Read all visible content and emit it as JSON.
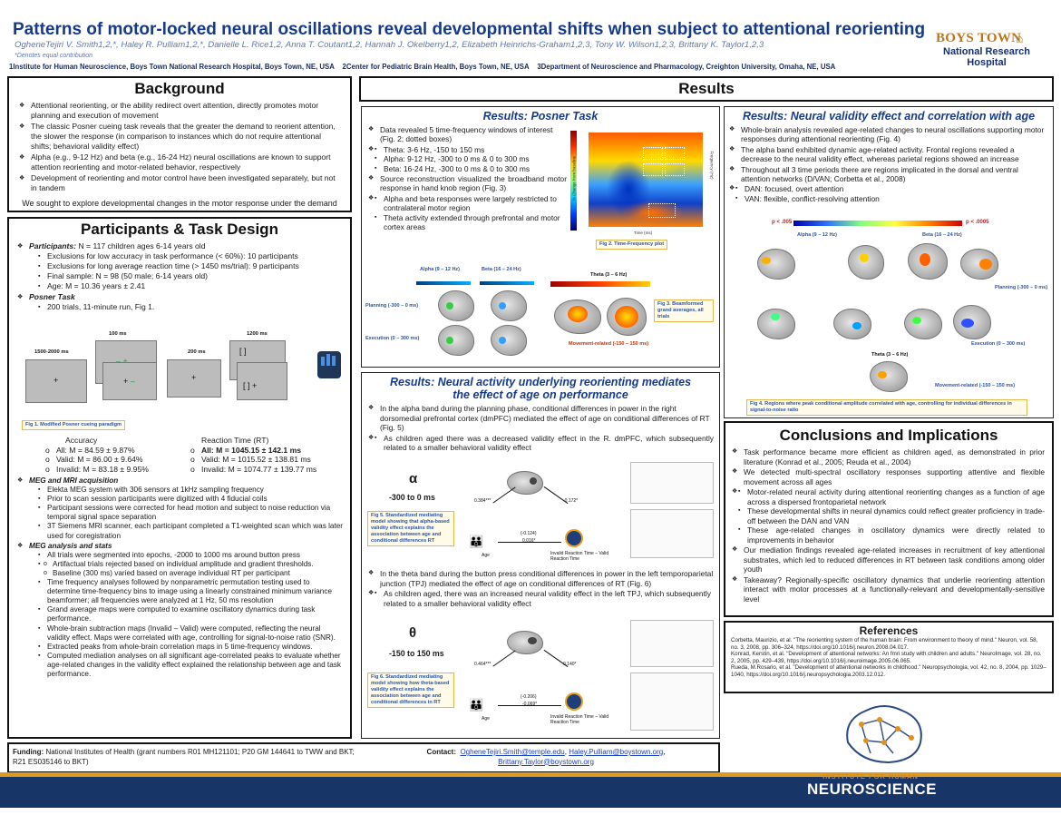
{
  "header": {
    "title": "Patterns of motor-locked neural oscillations reveal developmental shifts when subject to attentional reorienting",
    "authors": "OgheneTejiri V. Smith1,2,*, Haley R. Pulliam1,2,*, Danielle L. Rice1,2, Anna T. Coutant1,2, Hannah J. Okelberry1,2, Elizabeth Heinrichs-Graham1,2,3, Tony W. Wilson1,2,3, Brittany K. Taylor1,2,3",
    "equal": "*Denotes equal contribution",
    "affil1": "1Institute for Human Neuroscience, Boys Town National Research Hospital, Boys Town, NE, USA",
    "affil2": "2Center for Pediatric Brain Health, Boys Town, NE, USA",
    "affil3": "3Department of Neuroscience and Pharmacology, Creighton University, Omaha, NE, USA"
  },
  "logo": {
    "line1": "BOYS TOWN",
    "line2": "National Research Hospital"
  },
  "background": {
    "title": "Background",
    "items": [
      "Attentional reorienting, or the ability redirect overt attention, directly promotes motor planning and execution of movement",
      "The classic Posner cueing task reveals that the greater the demand to reorient attention, the slower the response (in comparison to instances which do not require attentional shifts; behavioral validity effect)",
      "Alpha (e.g., 9-12 Hz) and beta (e.g., 16-24 Hz) neural oscillations are known to support attention reorienting and motor-related behavior, respectively",
      "Development of reorienting and motor control have been investigated separately, but not in tandem"
    ],
    "aim": "We sought to explore developmental changes in the motor response under the demand of attentional reorienting at the behavioral and neural level"
  },
  "participants": {
    "title": "Participants & Task Design",
    "p_label": "Participants:",
    "p_text": " N = 117 children ages 6-14 years old",
    "p_sub": [
      "Exclusions for low accuracy in task performance (< 60%): 10 participants",
      "Exclusions for long average reaction time (> 1450 ms/trial): 9 participants",
      "Final sample: N = 98 (50 male; 6-14 years old)",
      "Age: M = 10.36 years ± 2.41"
    ],
    "task_label": "Posner Task",
    "task_sub": "200 trials, 11-minute run, Fig 1.",
    "trial_times": [
      "1500-2000 ms",
      "100 ms",
      "200 ms",
      "1200 ms"
    ],
    "fig1_caption": "Fig 1. Modified Posner cueing paradigm",
    "acc_title": "Accuracy",
    "acc_items": [
      "All: M = 84.59 ± 9.87%",
      "Valid: M = 86.00 ± 9.64%",
      "Invalid: M = 83.18 ± 9.95%"
    ],
    "rt_title": "Reaction Time (RT)",
    "rt_items": [
      "All: M = 1045.15 ± 142.1 ms",
      "Valid: M = 1015.52 ± 138.81 ms",
      "Invalid: M = 1074.77 ± 139.77 ms"
    ],
    "meg_label": "MEG and MRI acquisition",
    "meg_sub": [
      "Elekta MEG system with 306 sensors at 1kHz sampling frequency",
      "Prior to scan session participants were digitized with 4 fiducial coils",
      "Participant sessions were corrected for head motion and subject to noise reduction via temporal signal space separation",
      "3T Siemens MRI scanner, each participant completed a T1-weighted scan which was later used for coregistration"
    ],
    "analysis_label": "MEG analysis and stats",
    "analysis_sub": [
      "All trials were segmented into epochs, -2000 to 1000 ms around button press",
      "Artifactual trials rejected based on individual amplitude and gradient thresholds.",
      "Baseline (300 ms) varied based on average individual RT per participant",
      "Time frequency analyses followed by nonparametric permutation testing used to determine time-frequency bins to image using a linearly constrained minimum variance beamformer; all frequencies were analyzed at 1 Hz, 50 ms resolution",
      "Grand average maps were computed to examine oscillatory dynamics during task performance.",
      "Whole-brain subtraction maps (Invalid – Valid) were computed, reflecting the neural validity effect. Maps were correlated with age, controlling for signal-to-noise ratio (SNR).",
      "Extracted peaks from whole-brain correlation maps in 5 time-frequency windows.",
      "Computed mediation analyses on all significant age-correlated peaks to evaluate whether age-related changes in the validity effect explained the relationship between age and task performance."
    ]
  },
  "results": {
    "title": "Results",
    "posner": {
      "title": "Results: Posner Task",
      "items": [
        "Data revealed 5 time-frequency windows of interest (Fig. 2; dotted boxes)",
        "Theta: 3-6 Hz, -150 to 150 ms",
        "Alpha: 9-12 Hz, -300 to 0 ms & 0 to 300 ms",
        "Beta: 16-24 Hz, -300 to 0 ms & 0 to 300 ms",
        "Source reconstruction visualized the broadband motor response in hand knob region (Fig. 3)",
        "Alpha and beta responses were largely restricted to contralateral motor region",
        "Theta activity extended through prefrontal and motor cortex areas"
      ],
      "fig2_caption": "Fig 2. Time-Frequency plot",
      "fig2_axis": "Time (ms)",
      "fig2_ylabel": "% Change from baseline",
      "fig2_freq": "Frequency (Hz)",
      "fig3_caption": "Fig 3. Beamformed grand averages, all trials",
      "fig3_labels": [
        "Alpha (9 – 12 Hz)",
        "Beta (16 – 24 Hz)",
        "Theta (3 – 6 Hz)",
        "Planning (-300 – 0 ms)",
        "Execution (0 – 300 ms)",
        "Movement-related (-150 – 150 ms)"
      ]
    },
    "validity": {
      "title": "Results: Neural validity effect and correlation with age",
      "items": [
        "Whole-brain analysis revealed age-related changes to neural oscillations supporting motor responses during attentional reorienting (Fig. 4)",
        "The alpha band exhibited dynamic age-related activity. Frontal regions revealed a decrease to the neural validity effect, whereas parietal regions showed an increase",
        "Throughout all 3 time periods there are regions implicated in the dorsal and ventral attention networks (D/VAN; Corbetta et al., 2008)",
        "DAN: focused, overt attention",
        "VAN: flexible, conflict-resolving attention"
      ],
      "p_low": "p < .005",
      "p_high": "p < .0005",
      "fig4_labels": [
        "Alpha (9 – 12 Hz)",
        "Beta (16 – 24 Hz)",
        "Planning (-300 – 0 ms)",
        "Execution (0 – 300 ms)",
        "Theta (3 – 6 Hz)",
        "Movement-related (-150 – 150 ms)"
      ],
      "fig4_caption": "Fig 4. Regions where peak conditional amplitude correlated with age, controlling for individual differences in signal-to-noise ratio"
    },
    "mediation": {
      "title_line1": "Results: Neural activity underlying reorienting mediates",
      "title_line2": "the effect of age on performance",
      "items_alpha": [
        "In the alpha band during the planning phase, conditional differences in power in the right dorsomedial prefrontal cortex (dmPFC) mediated the effect of age on conditional differences of RT (Fig. 5)",
        "As children aged there was a decreased validity effect in the R. dmPFC, which subsequently related to a smaller behavioral validity effect"
      ],
      "items_theta": [
        "In the theta band during the button press conditional differences in power in the left temporoparietal junction (TPJ) mediated the effect of age on conditional differences of RT (Fig. 6)",
        "As children aged, there was an increased neural validity effect in the left TPJ, which subsequently related to a smaller behavioral validity effect"
      ],
      "alpha_symbol": "α",
      "alpha_window": "-300 to 0 ms",
      "theta_symbol": "θ",
      "theta_window": "-150 to 150 ms",
      "fig5_caption": "Fig 5. Standardized mediating model showing that alpha-based validity effect explains the association between age and conditional differences RT",
      "fig6_caption": "Fig 6. Standardized mediating model showing how theta-based validity effect explains the association between age and conditional differences in RT",
      "a1": "0.384***",
      "b1": "-0.172*",
      "c1": "(-0.124)",
      "c1b": "0.016*",
      "a2": "0.464***",
      "b2": "0.140*",
      "c2": "(-0.206)",
      "c2b": "-0.069*",
      "age_label": "Age",
      "rt_label": "Invalid Reaction Time – Valid Reaction Time"
    }
  },
  "conclusions": {
    "title": "Conclusions and Implications",
    "items": [
      "Task performance became more efficient as children aged, as demonstrated in prior literature (Konrad et al., 2005; Reuda et al., 2004)",
      "We detected multi-spectral oscillatory responses supporting attentive and flexible movement across all ages",
      "Motor-related neural activity during attentional reorienting changes as a function of age across a dispersed frontoparietal network",
      "These developmental shifts in neural dynamics could reflect greater proficiency in trade-off between the DAN and VAN",
      "These age-related changes in oscillatory dynamics were directly related to improvements in behavior",
      "Our mediation findings revealed age-related increases in recruitment of key attentional substrates, which led to reduced differences in RT between task conditions among older youth",
      "Takeaway? Regionally-specific oscillatory dynamics that underlie reorienting attention interact with motor processes at a functionally-relevant and developmentally-sensitive level"
    ]
  },
  "references": {
    "title": "References",
    "items": [
      "Corbetta, Maurizio, et al. \"The reorienting system of the human brain: From environment to theory of mind.\" Neuron, vol. 58, no. 3, 2008, pp. 306–324, https://doi.org/10.1016/j.neuron.2008.04.017.",
      "Konrad, Kerstin, et al. \"Development of attentional networks: An fmri study with children and adults.\" NeuroImage, vol. 28, no. 2, 2005, pp. 429–439, https://doi.org/10.1016/j.neuroimage.2005.06.065.",
      "Rueda, M.Rosario, et al. \"Development of attentional networks in childhood.\" Neuropsychologia, vol. 42, no. 8, 2004, pp. 1029–1040, https://doi.org/10.1016/j.neuropsychologia.2003.12.012."
    ]
  },
  "funding": {
    "label": "Funding:",
    "text": " National Institutes of Health (grant numbers R01 MH121101; P20 GM 144641 to TWW and BKT; R21 ES035146 to BKT)",
    "contact_label": "Contact:",
    "emails": [
      "OgheneTejiri.Smith@temple.edu",
      "Haley.Pulliam@boystown.org",
      "Brittany.Taylor@boystown.org"
    ]
  },
  "institute": {
    "line1": "INSTITUTE FOR HUMAN",
    "line2": "NEUROSCIENCE"
  },
  "colors": {
    "title_blue": "#163a8a",
    "accent_orange": "#dd9a22",
    "navy": "#183567"
  }
}
